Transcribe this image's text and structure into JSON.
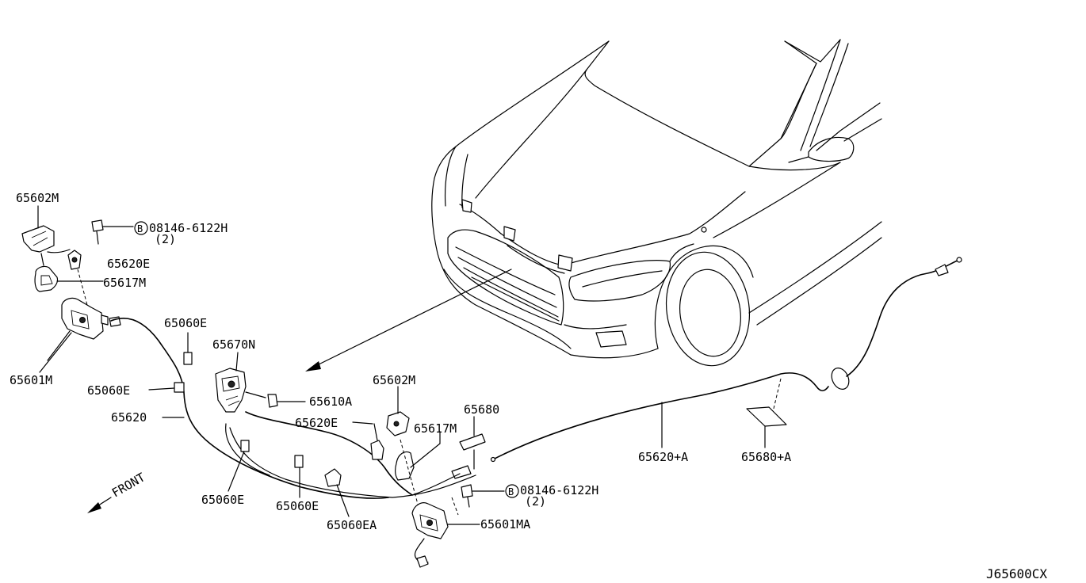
{
  "diagram_code": "J65600CX",
  "front_label": "FRONT",
  "bolt_symbol": "B",
  "labels": {
    "p65602M_top": "65602M",
    "bolt_top_number": "08146-6122H",
    "bolt_top_qty": "(2)",
    "p65620E_top": "65620E",
    "p65617M_top": "65617M",
    "p65601M": "65601M",
    "p65060E_top": "65060E",
    "p65670N": "65670N",
    "p65060E_left": "65060E",
    "p65610A": "65610A",
    "p65620": "65620",
    "p65602M_mid": "65602M",
    "p65680": "65680",
    "p65620E_mid": "65620E",
    "p65617M_mid": "65617M",
    "p65620A": "65620+A",
    "p65680A": "65680+A",
    "bolt_bot_number": "08146-6122H",
    "bolt_bot_qty": "(2)",
    "p65060E_bl": "65060E",
    "p65060E_bm": "65060E",
    "p65601MA": "65601MA",
    "p65060EA": "65060EA"
  }
}
